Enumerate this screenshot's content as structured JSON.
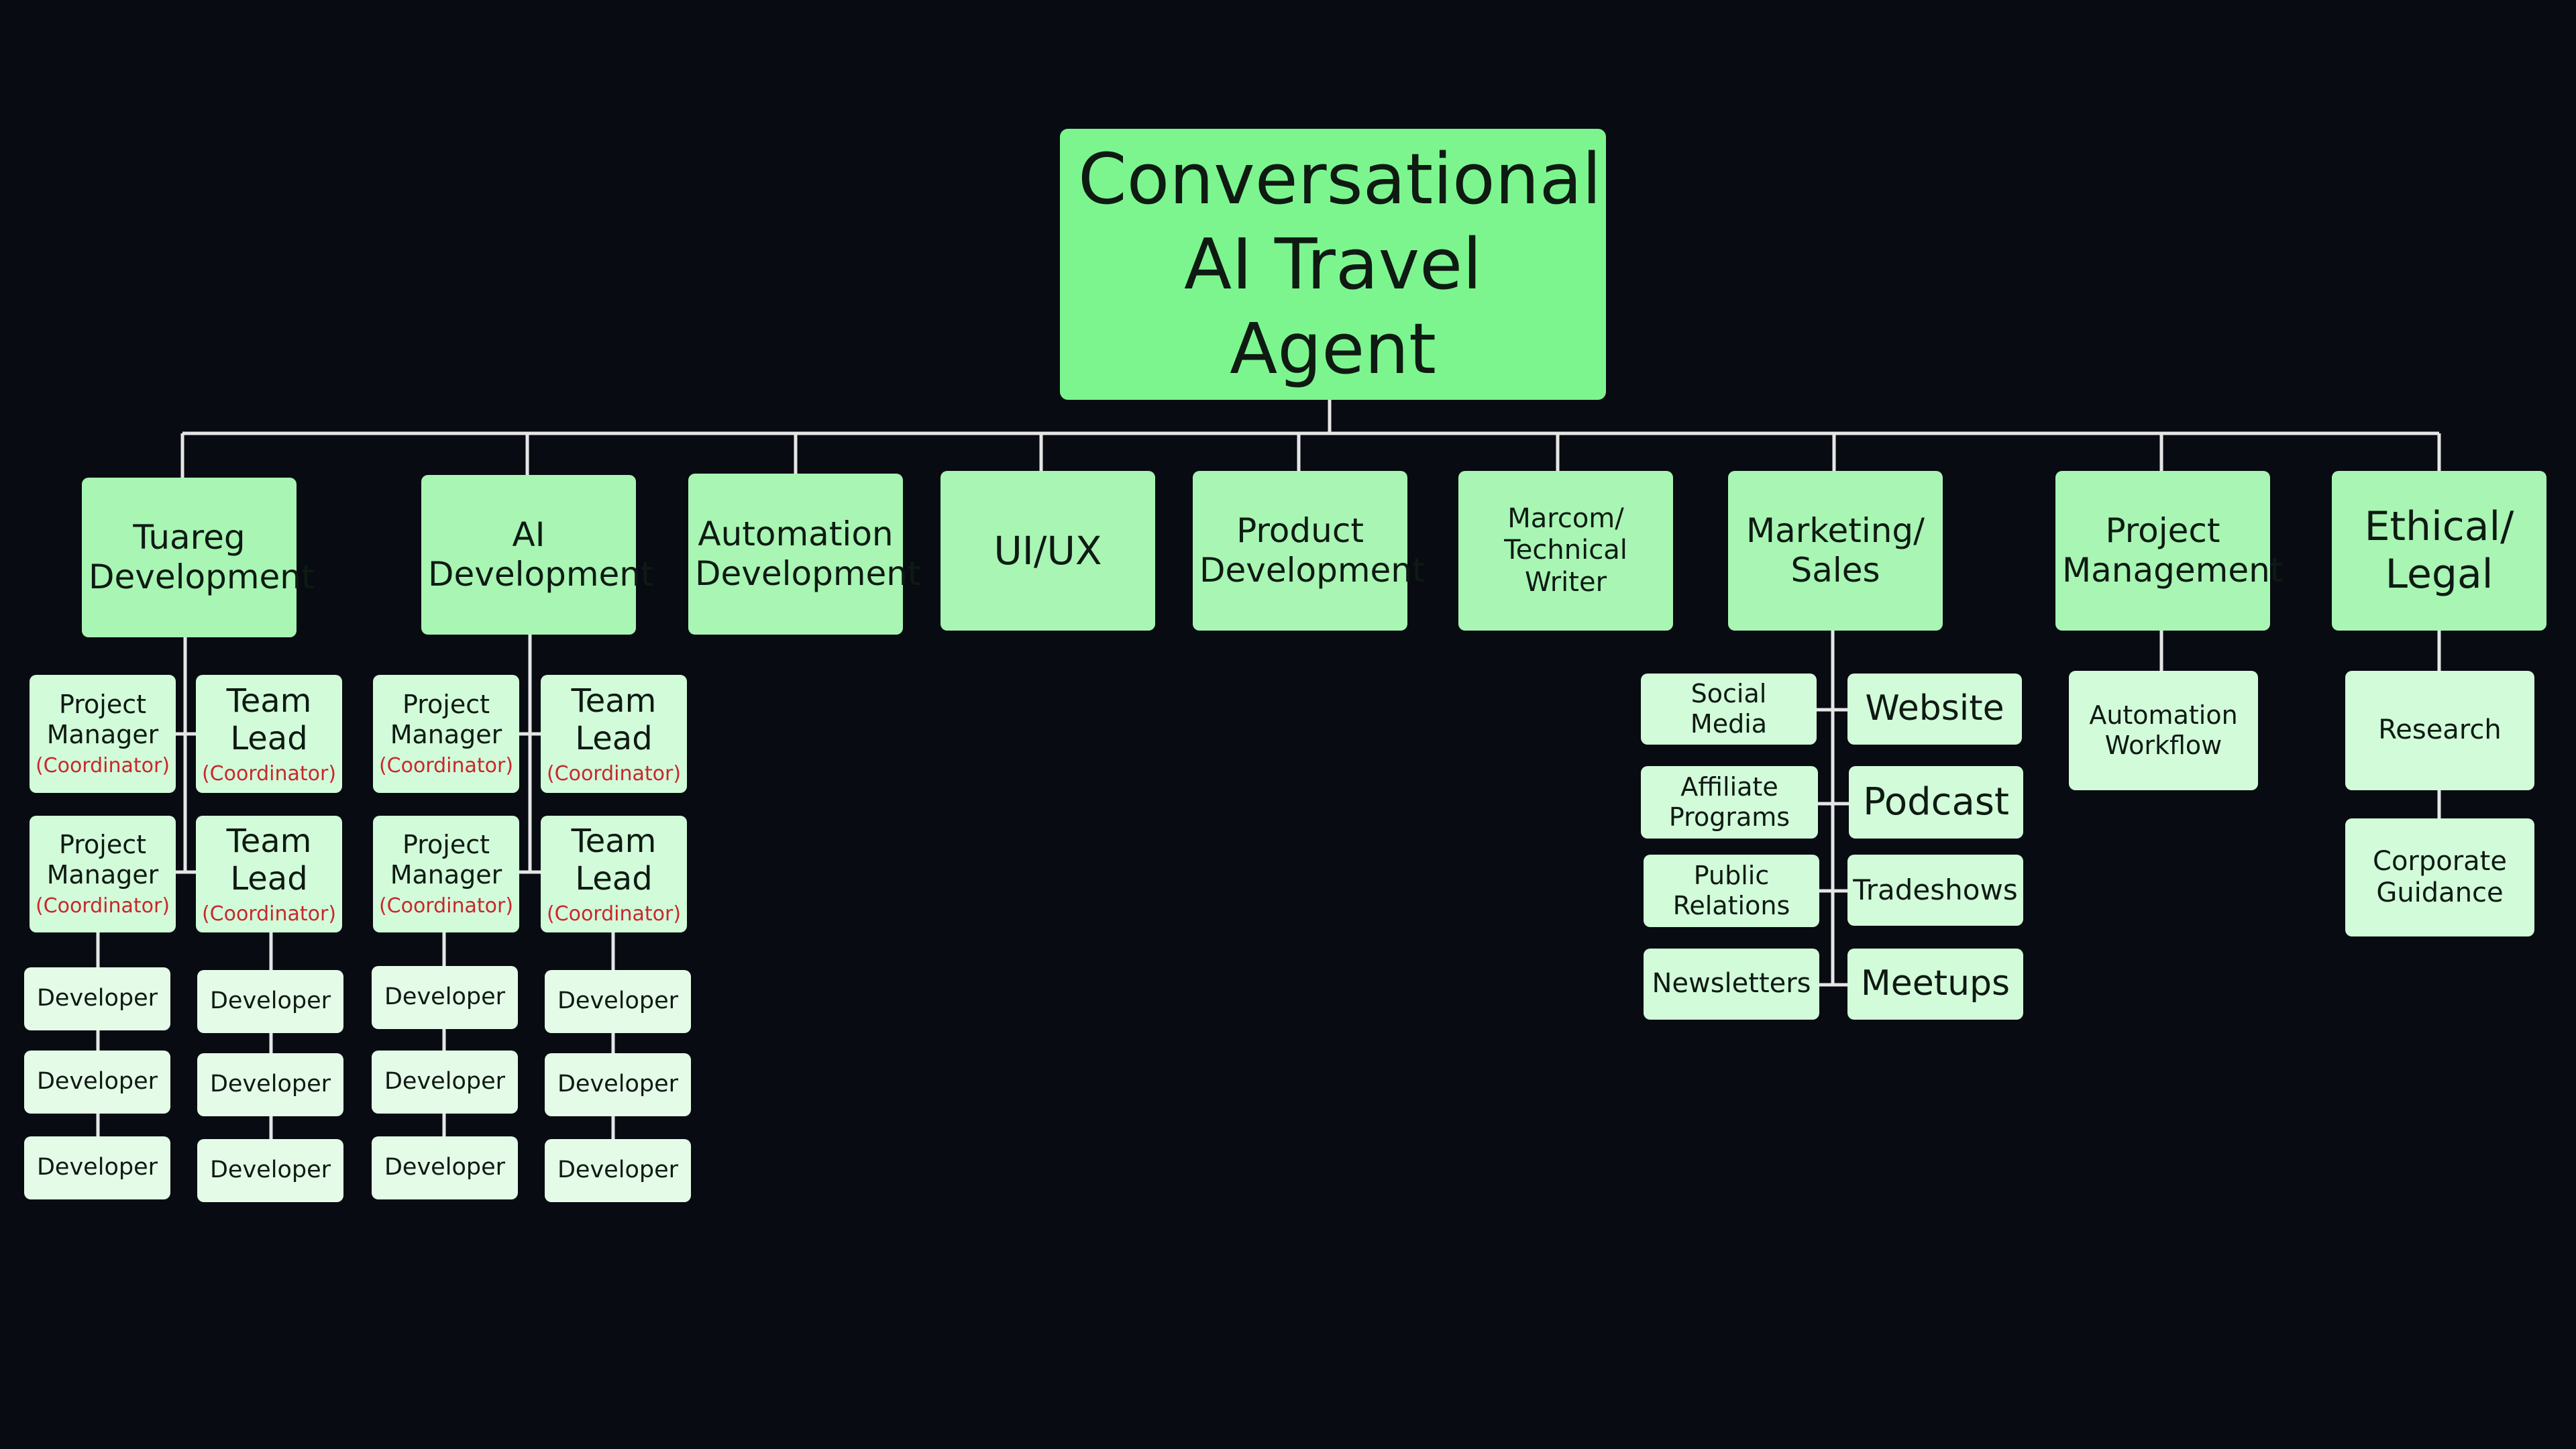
{
  "root": {
    "title": "Conversational AI Travel Agent"
  },
  "departments": {
    "tuareg": "Tuareg Development",
    "ai": "AI Development",
    "automation": "Automation Development",
    "uiux": "UI/UX",
    "product": "Product Development",
    "marcom": "Marcom/ Technical Writer",
    "marketing": "Marketing/ Sales",
    "pm": "Project Management",
    "ethical": "Ethical/ Legal"
  },
  "roles": {
    "project_manager": "Project Manager",
    "team_lead": "Team Lead",
    "coordinator_note": "(Coordinator)",
    "developer": "Developer"
  },
  "marketing": {
    "social_media": "Social Media",
    "affiliate_programs": "Affiliate Programs",
    "public_relations": "Public Relations",
    "newsletters": "Newsletters",
    "website": "Website",
    "podcast": "Podcast",
    "tradeshows": "Tradeshows",
    "meetups": "Meetups"
  },
  "project_management": {
    "automation_workflow": "Automation Workflow"
  },
  "ethical": {
    "research": "Research",
    "corporate_guidance": "Corporate Guidance"
  },
  "colors": {
    "background": "#080b12",
    "root_fill": "#7cf58f",
    "dept_fill": "#a8f5b4",
    "sub_fill": "#d2fbda",
    "leaf_fill": "#e4fbe8",
    "connector": "#e6e6e6",
    "coordinator_text": "#c8282a"
  }
}
